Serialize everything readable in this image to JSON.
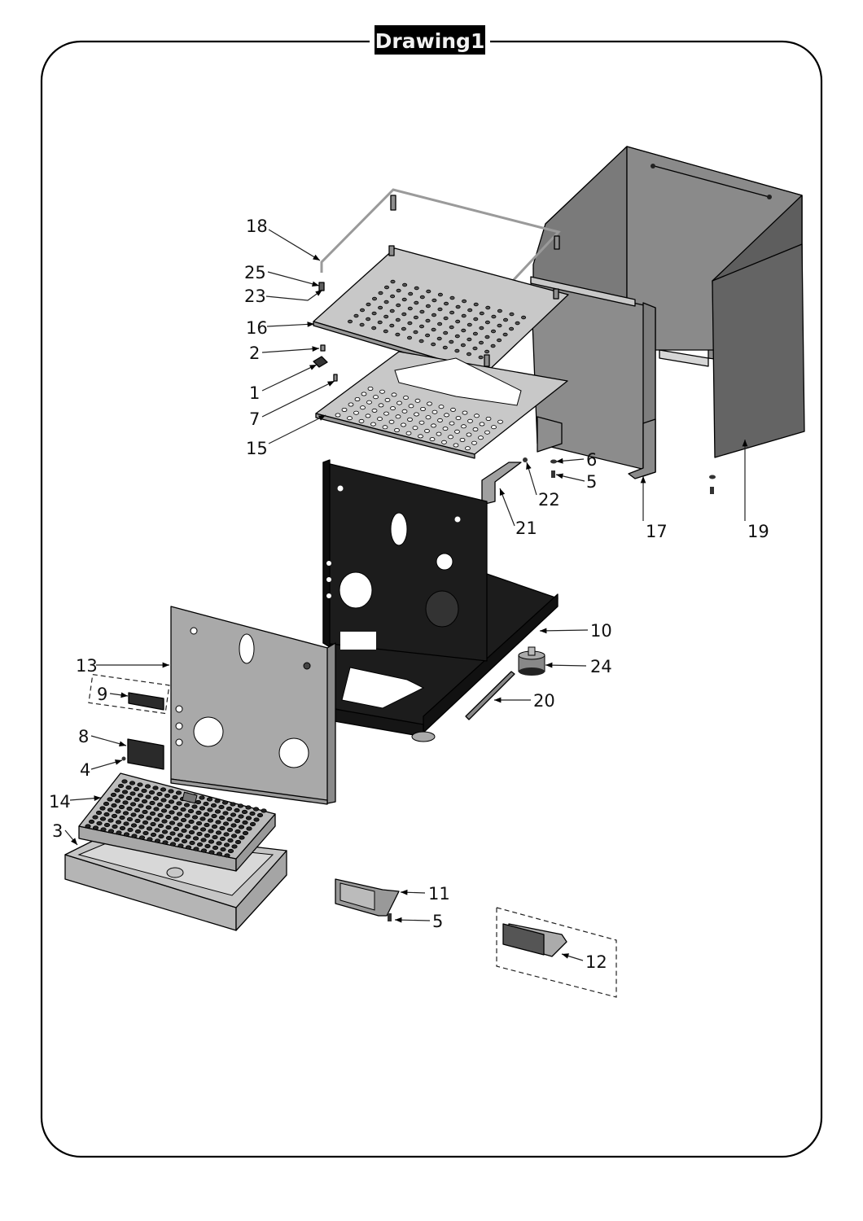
{
  "title": "Drawing1",
  "colors": {
    "frame": "#000000",
    "title_background": "#000000",
    "title_text": "#f2f2f2",
    "sheet_metal_light": "#c8c8c8",
    "sheet_metal_dark": "#7a7a7a",
    "chassis": "#1c1c1c"
  },
  "callouts": [
    {
      "id": "c18",
      "label": "18"
    },
    {
      "id": "c25",
      "label": "25"
    },
    {
      "id": "c23",
      "label": "23"
    },
    {
      "id": "c16",
      "label": "16"
    },
    {
      "id": "c2",
      "label": "2"
    },
    {
      "id": "c1",
      "label": "1"
    },
    {
      "id": "c7",
      "label": "7"
    },
    {
      "id": "c15",
      "label": "15"
    },
    {
      "id": "c6",
      "label": "6"
    },
    {
      "id": "c5a",
      "label": "5"
    },
    {
      "id": "c22",
      "label": "22"
    },
    {
      "id": "c21",
      "label": "21"
    },
    {
      "id": "c17",
      "label": "17"
    },
    {
      "id": "c19",
      "label": "19"
    },
    {
      "id": "c10",
      "label": "10"
    },
    {
      "id": "c24",
      "label": "24"
    },
    {
      "id": "c20",
      "label": "20"
    },
    {
      "id": "c13",
      "label": "13"
    },
    {
      "id": "c9",
      "label": "9"
    },
    {
      "id": "c8",
      "label": "8"
    },
    {
      "id": "c4",
      "label": "4"
    },
    {
      "id": "c14",
      "label": "14"
    },
    {
      "id": "c3",
      "label": "3"
    },
    {
      "id": "c11",
      "label": "11"
    },
    {
      "id": "c5b",
      "label": "5"
    },
    {
      "id": "c12",
      "label": "12"
    }
  ]
}
